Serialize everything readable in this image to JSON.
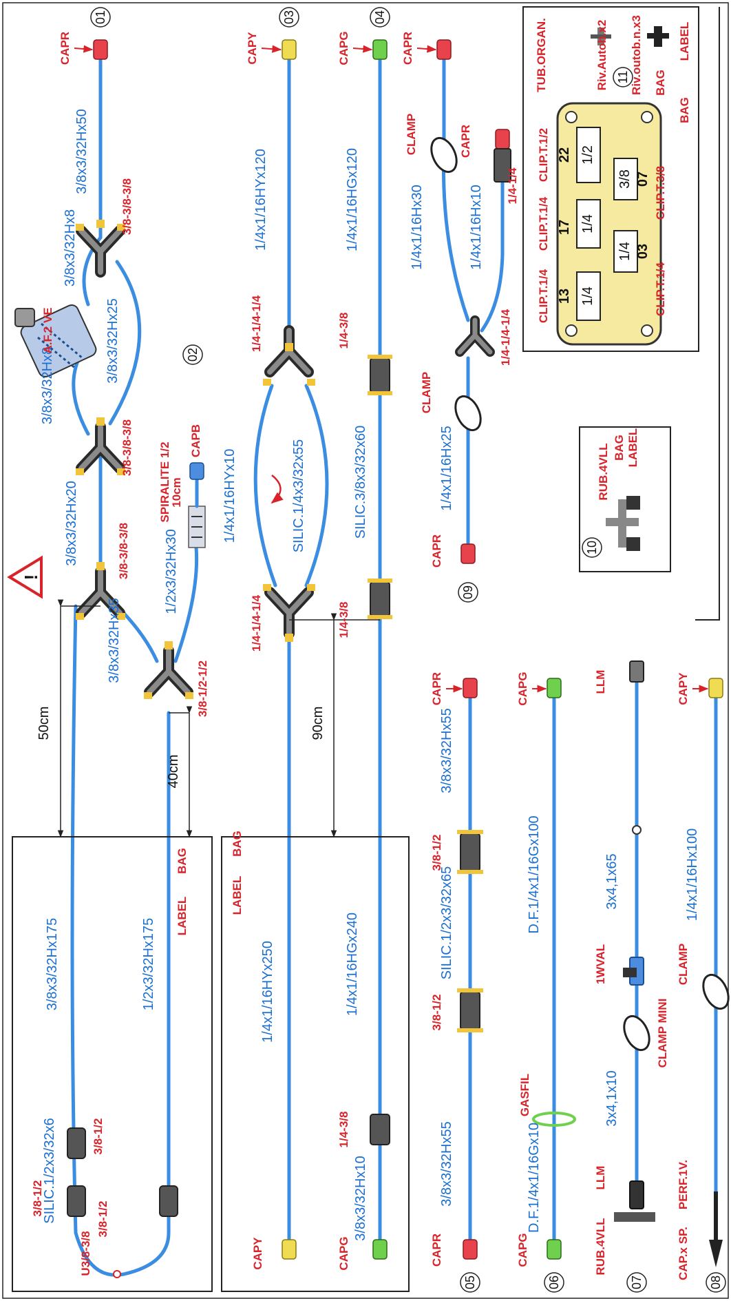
{
  "colors": {
    "tube": "#3a8de0",
    "label_blue": "#1a6fd1",
    "label_red": "#d8232a",
    "cap_red": "#e8434d",
    "cap_yellow": "#f0dc52",
    "cap_green": "#6fd04d",
    "cap_blue": "#4d8de0",
    "fitting": "#f1c43a",
    "organizer": "#f6eaa0"
  },
  "circles": [
    "01",
    "02",
    "03",
    "04",
    "05",
    "06",
    "07",
    "08",
    "09",
    "10",
    "11"
  ],
  "red_labels": {
    "capr_01": "CAPR",
    "capr_09a": "CAPR",
    "capr_09b": "CAPR",
    "capr_09c": "CAPR",
    "capr_05a": "CAPR",
    "capr_05b": "CAPR",
    "capy_03": "CAPY",
    "capy_box2": "CAPY",
    "capy_08": "CAPY",
    "capg_04": "CAPG",
    "capg_box2": "CAPG",
    "capg_06a": "CAPG",
    "capg_06b": "CAPG",
    "capb": "CAPB",
    "af2ve": "A.F.2 VE",
    "y_383838_a": "3/8-3/8-3/8",
    "y_383838_b": "3/8-3/8-3/8",
    "y_383838_c": "3/8-3/8-3/8",
    "y_381212": "3/8-1/2-1/2",
    "y_141414_a": "1/4-1/4-1/4",
    "y_141414_b": "1/4-1/4-1/4",
    "y_141414_c": "1/4-1/4-1/4",
    "c_1438_a": "1/4-3/8",
    "c_1438_b": "1/4-3/8",
    "c_1438_c": "1/4-3/8",
    "c_1414": "1/4-1/4",
    "c_3812_a": "3/8-1/2",
    "c_3812_b": "3/8-1/2",
    "c_3812_c": "3/8-1/2",
    "c_3812_d": "3/8-1/2",
    "c_3812_e": "3/8-1/2",
    "u38": "U3/8-3/8",
    "spiral": "SPIRALITE 1/2",
    "spiral_len": "10cm",
    "clamp_a": "CLAMP",
    "clamp_b": "CLAMP",
    "clamp_c": "CLAMP",
    "clamp_mini": "CLAMP MINI",
    "gasfil": "GASFIL",
    "llm_a": "LLM",
    "llm_b": "LLM",
    "wval": "1WVAL",
    "rub4vll": "RUB.4VLL",
    "rub4vll_b": "RUB.4VLL",
    "perf": "PERF.1V.",
    "capxsp": "CAP.x SP.",
    "label_a": "LABEL",
    "bag_a": "BAG",
    "label_b": "LABEL",
    "bag_b": "BAG",
    "label_c": "LABEL",
    "bag_c": "BAG",
    "bag_d": "BAG",
    "bag_e": "BAG",
    "label_e": "LABEL",
    "tub_organ": "TUB.ORGAN.",
    "riv_x2": "Riv.Autob.x2",
    "riv_x3": "Riv.outob.n.x3",
    "clip_12": "CLIP.T.1/2",
    "clip_14a": "CLIP.T.1/4",
    "clip_14b": "CLIP.T.1/4",
    "clip_14c": "CLIP.T.1/4",
    "clip_38": "CLIP.T.3/8"
  },
  "blue_labels": {
    "t_01": "3/8x3/32Hx50",
    "t_02a": "3/8x3/32Hx8",
    "t_02b": "3/8x3/32Hx25",
    "t_02c": "3/8x3/32Hx8",
    "t_02d": "3/8x3/32Hx20",
    "t_02e": "3/8x3/32Hx35",
    "t_02f": "1/2x3/32Hx30",
    "t_02g": "3/8x3/32Hx175",
    "t_02h": "1/2x3/32Hx175",
    "t_02i": "SILIC.1/2x3/32x6",
    "t_03a": "1/4x1/16HYx120",
    "t_03b": "1/4x1/16HYx10",
    "t_03c": "SILIC.1/4x3/32x55",
    "t_03d": "1/4x1/16HYx250",
    "t_04a": "1/4x1/16HGx120",
    "t_04b": "SILIC.3/8x3/32x60",
    "t_04c": "1/4x1/16HGx240",
    "t_04d": "3/8x3/32Hx10",
    "t_09a": "1/4x1/16Hx30",
    "t_09b": "1/4x1/16Hx10",
    "t_09c": "1/4x1/16Hx25",
    "t_05a": "3/8x3/32Hx55",
    "t_05b": "SILIC.1/2x3/32x65",
    "t_05c": "3/8x3/32Hx55",
    "t_06a": "D.F.1/4x1/16Gx100",
    "t_06b": "D.F.1/4x1/16Gx10",
    "t_07a": "3x4,1x65",
    "t_07b": "3x4,1x10",
    "t_08": "1/4x1/16Hx100"
  },
  "dimensions": {
    "d50": "50cm",
    "d40": "40cm",
    "d90": "90cm"
  },
  "organizer": {
    "n13": "13",
    "n17": "17",
    "n22": "22",
    "n03": "03",
    "n07": "07",
    "s14a": "1/4",
    "s14b": "1/4",
    "s14c": "1/4",
    "s12": "1/2",
    "s38": "3/8"
  },
  "warning": "!"
}
